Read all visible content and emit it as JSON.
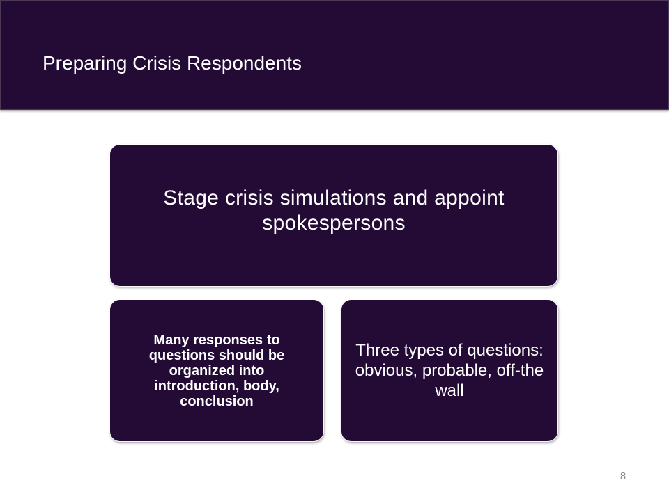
{
  "slide": {
    "title": "Preparing Crisis Respondents",
    "page_number": "8"
  },
  "diagram": {
    "top_box": "Stage crisis simulations and appoint spokespersons",
    "left_box": "Many responses to questions should be organized into introduction, body, conclusion",
    "right_box": "Three types of questions: obvious, probable, off-the wall"
  },
  "colors": {
    "title_bar": "#230b35",
    "box_fill": "#230b35",
    "text": "#ffffff",
    "page_number": "#8c8c8c"
  }
}
